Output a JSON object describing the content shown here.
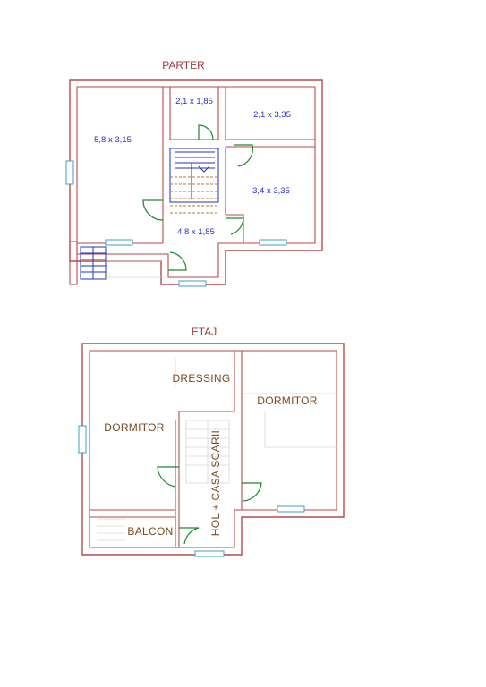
{
  "ground_floor": {
    "title": "PARTER",
    "rooms": [
      {
        "id": "left",
        "label": "5,8 x 3,15"
      },
      {
        "id": "small",
        "label": "2,1 x 1,85"
      },
      {
        "id": "top-right",
        "label": "2,1 x 3,35"
      },
      {
        "id": "right",
        "label": "3,4 x 3,35"
      },
      {
        "id": "hall",
        "label": "4,8 x 1,85"
      }
    ]
  },
  "upper_floor": {
    "title": "ETAJ",
    "rooms": [
      {
        "id": "dressing",
        "label": "DRESSING"
      },
      {
        "id": "bedroom-left",
        "label": "DORMITOR"
      },
      {
        "id": "bedroom-right",
        "label": "DORMITOR"
      },
      {
        "id": "balcony",
        "label": "BALCON"
      },
      {
        "id": "hall-stairs",
        "label": "HOL + CASA SCARII"
      }
    ]
  },
  "colors": {
    "walls": "#b64a4a",
    "doors": "#1a8a2a",
    "dimensions": "#2b2bd6",
    "room_labels": "#7a4a20",
    "windows": "#3fa0c0"
  }
}
